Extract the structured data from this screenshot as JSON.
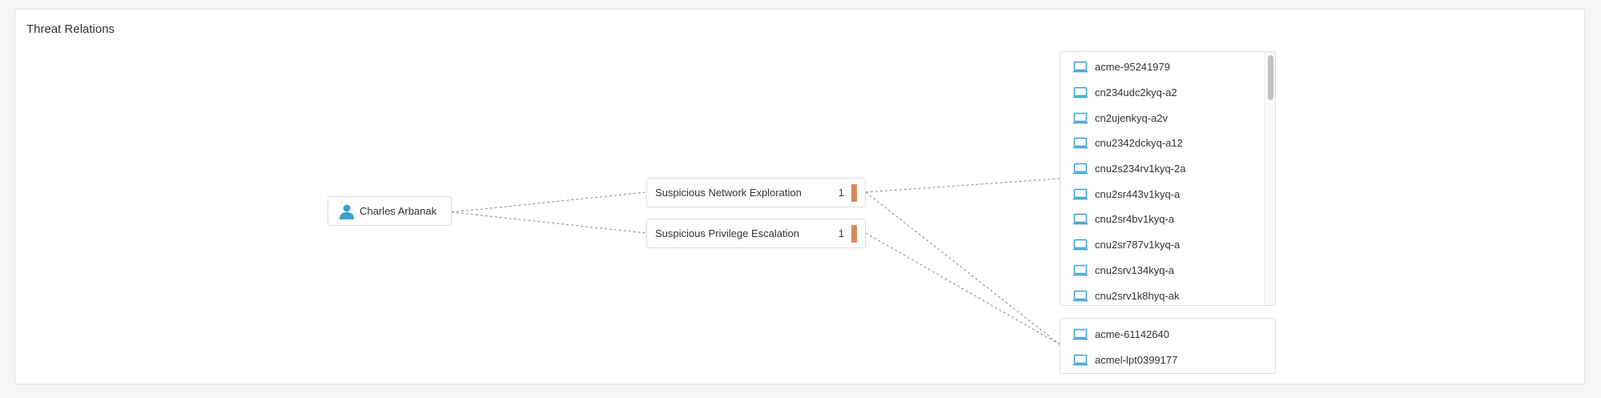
{
  "panel": {
    "title": "Threat Relations"
  },
  "user": {
    "name": "Charles Arbanak",
    "icon": "user-icon"
  },
  "threats": [
    {
      "label": "Suspicious Network Exploration",
      "count": "1"
    },
    {
      "label": "Suspicious Privilege Escalation",
      "count": "1"
    }
  ],
  "hosts_top": [
    {
      "name": "acme-95241979"
    },
    {
      "name": "cn234udc2kyq-a2"
    },
    {
      "name": "cn2ujenkyq-a2v"
    },
    {
      "name": "cnu2342dckyq-a12"
    },
    {
      "name": "cnu2s234rv1kyq-2a"
    },
    {
      "name": "cnu2sr443v1kyq-a"
    },
    {
      "name": "cnu2sr4bv1kyq-a"
    },
    {
      "name": "cnu2sr787v1kyq-a"
    },
    {
      "name": "cnu2srv134kyq-a"
    },
    {
      "name": "cnu2srv1k8hyq-ak"
    }
  ],
  "hosts_bottom": [
    {
      "name": "acme-61142640"
    },
    {
      "name": "acmel-lpt0399177"
    }
  ],
  "colors": {
    "icon_blue": "#3aa0d0",
    "severity_bar": "#d9895c",
    "link_line": "#888888"
  }
}
